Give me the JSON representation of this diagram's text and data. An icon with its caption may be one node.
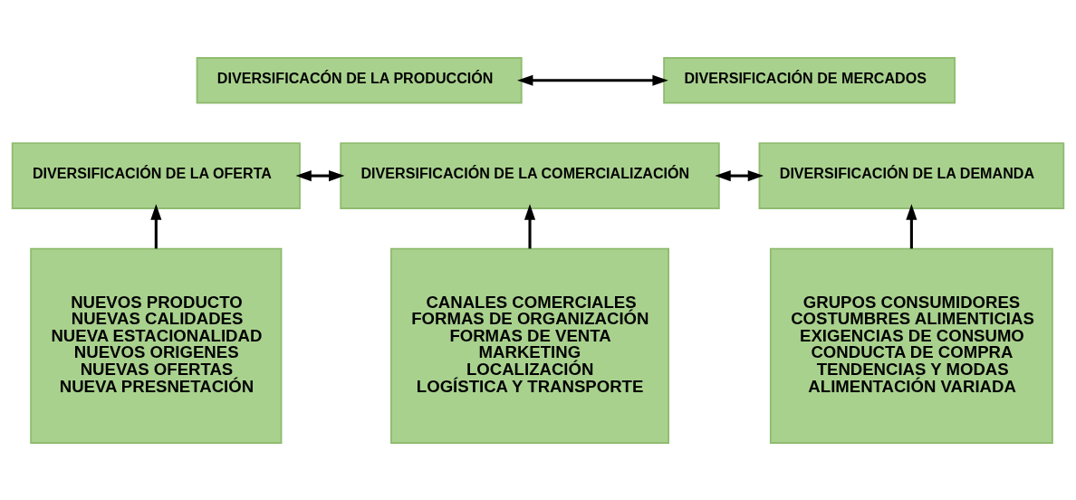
{
  "diagram": {
    "nodes": [
      {
        "text": [
          "DIVERSIFICACÓN DE LA PRODUCCIÓN"
        ]
      },
      {
        "text": [
          "DIVERSIFICACIÓN DE MERCADOS"
        ]
      },
      {
        "text": [
          "DIVERSIFICACIÓN DE LA OFERTA"
        ]
      },
      {
        "text": [
          "DIVERSIFICACIÓN DE LA COMERCIALIZACIÓN"
        ]
      },
      {
        "text": [
          "DIVERSIFICACIÓN DE LA DEMANDA"
        ]
      },
      {
        "text": [
          "NUEVOS PRODUCTO",
          "NUEVAS CALIDADES",
          "NUEVA ESTACIONALIDAD",
          "NUEVOS ORIGENES",
          "NUEVAS OFERTAS",
          "NUEVA PRESNETACIÓN"
        ]
      },
      {
        "text": [
          "CANALES COMERCIALES",
          "FORMAS DE ORGANIZACIÓN",
          "FORMAS DE VENTA",
          "MARKETING",
          "LOCALIZACIÓN",
          "LOGÍSTICA Y TRANSPORTE"
        ]
      },
      {
        "text": [
          "GRUPOS CONSUMIDORES",
          "COSTUMBRES ALIMENTICIAS",
          "EXIGENCIAS DE CONSUMO",
          "CONDUCTA DE COMPRA",
          "TENDENCIAS Y MODAS",
          "ALIMENTACIÓN VARIADA"
        ]
      }
    ],
    "edges": [
      {
        "from": 0,
        "to": 1,
        "arrow": "both"
      },
      {
        "from": 2,
        "to": 3,
        "arrow": "both"
      },
      {
        "from": 3,
        "to": 4,
        "arrow": "both"
      },
      {
        "from": 5,
        "to": 2,
        "arrow": "to"
      },
      {
        "from": 6,
        "to": 3,
        "arrow": "to"
      },
      {
        "from": 7,
        "to": 4,
        "arrow": "to"
      }
    ]
  }
}
